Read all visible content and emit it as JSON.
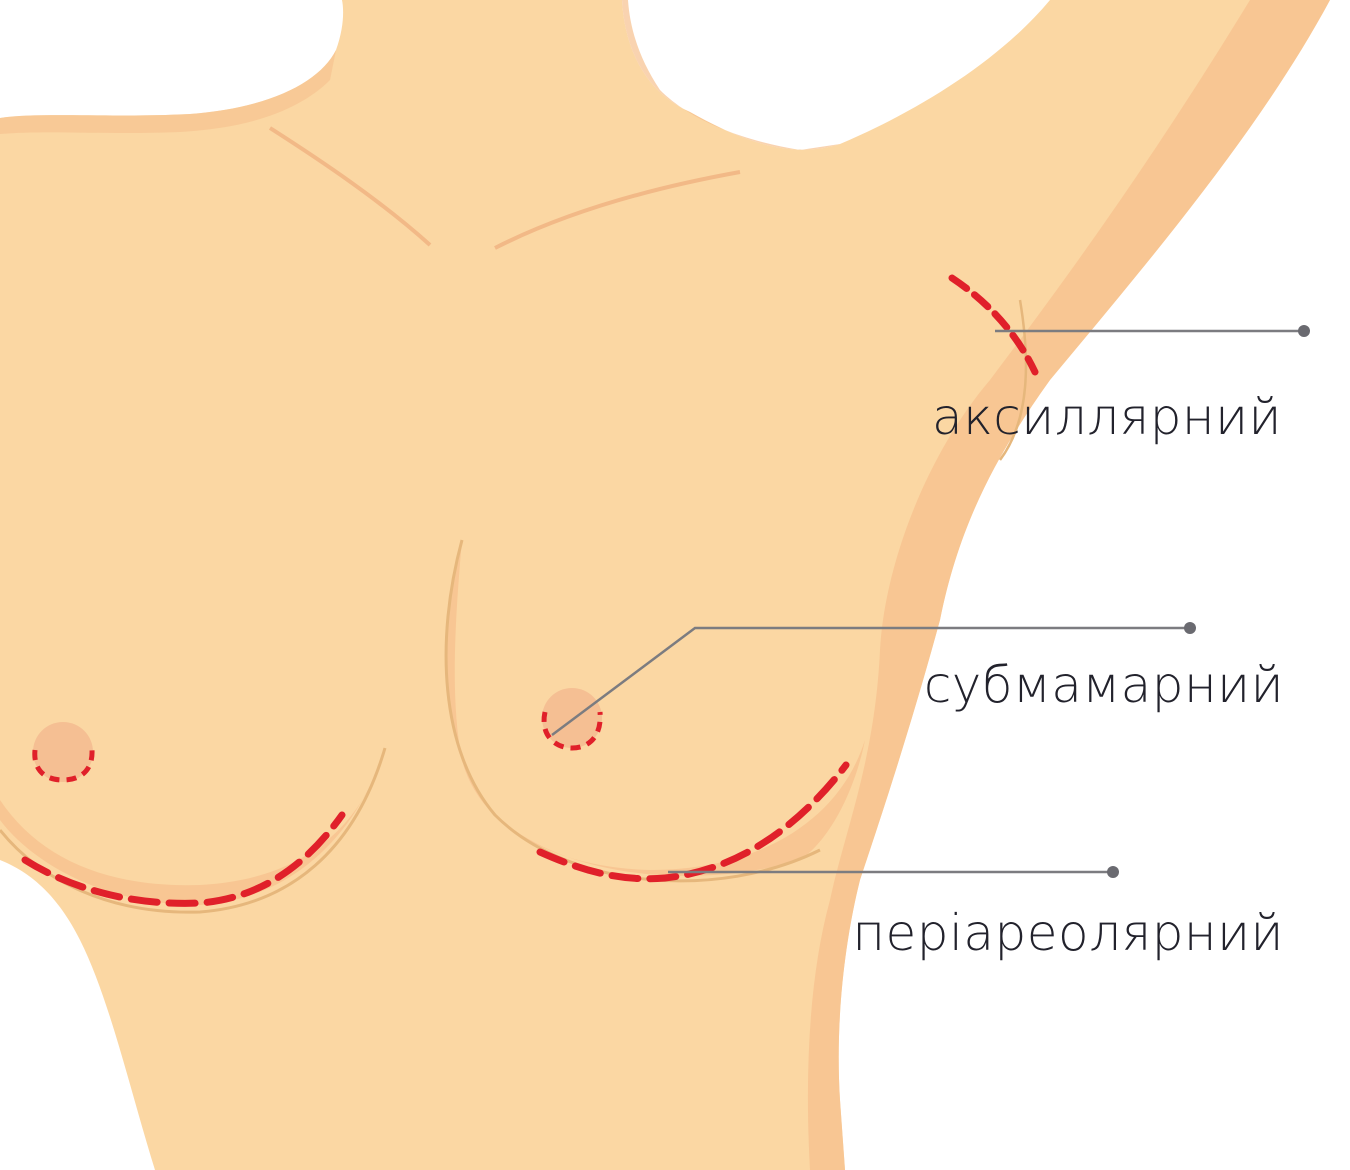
{
  "labels": {
    "axillary": "аксиллярний",
    "submammary": "субмамарний",
    "periareolar": "періареолярний"
  },
  "colors": {
    "skin": "#fbd7a3",
    "shadow": "#f7c08e",
    "outline": "#e6b77c",
    "incision": "#e0202a",
    "leader": "#7c7c80",
    "text": "#22222c"
  }
}
